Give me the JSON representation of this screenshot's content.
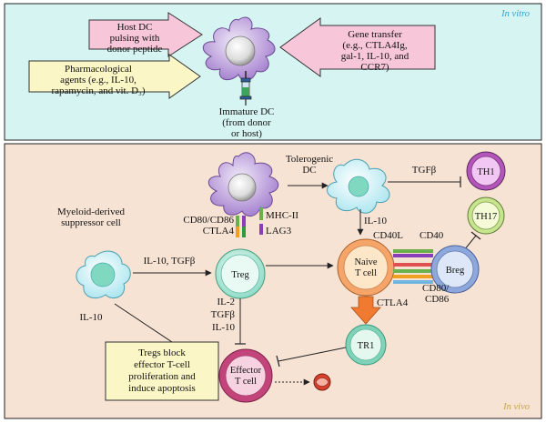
{
  "panels": {
    "in_vitro": {
      "tag": "In vitro",
      "tag_color": "#35a3d0",
      "bg": "#d6f4f2",
      "host_dc_box": {
        "lines": [
          "Host DC",
          "pulsing with",
          "donor peptide"
        ],
        "fill": "#f7c6d8"
      },
      "gene_transfer_box": {
        "lines": [
          "Gene transfer",
          "(e.g., CTLA4Ig,",
          "gal-1, IL-10, and",
          "CCR7)"
        ],
        "fill": "#f7c6d8"
      },
      "pharm_box": {
        "lines": [
          "Pharmacological",
          "agents (e.g., IL-10,",
          "rapamycin, and vit. D₃)"
        ],
        "fill": "#fbf6c5"
      },
      "immature_dc_label": [
        "Immature DC",
        "(from donor",
        "or host)"
      ]
    },
    "in_vivo": {
      "tag": "In vivo",
      "tag_color": "#c4a44a",
      "bg": "#f7e3d4",
      "labels": {
        "tolerogenic_dc": [
          "Tolerogenic",
          "DC"
        ],
        "tgf_beta_top": "TGFβ",
        "il10_tol": "IL-10",
        "cd40l": "CD40L",
        "cd40": "CD40",
        "cd80_cd86_right": [
          "CD80/",
          "CD86"
        ],
        "ctla4_right": "CTLA4",
        "cd80_cd86_left": "CD80/CD86",
        "ctla4_left": "CTLA4",
        "mhc_ii": "MHC-II",
        "lag3": "LAG3",
        "mdsc": [
          "Myeloid-derived",
          "suppressor cell"
        ],
        "il10_tgfb_mdsc": "IL-10, TGFβ",
        "il10_mdsc": "IL-10",
        "il2_tgfb_il10": [
          "IL-2",
          "TGFβ",
          "IL-10"
        ],
        "tregs_block_box": [
          "Tregs block",
          "effector T-cell",
          "proliferation and",
          "induce apoptosis"
        ]
      },
      "cells": {
        "treg": "Treg",
        "naive_t": [
          "Naive",
          "T cell"
        ],
        "breg": "Breg",
        "th1": "TH1",
        "th17": "TH17",
        "tr1": "TR1",
        "effector_t": [
          "Effector",
          "T cell"
        ]
      },
      "colors": {
        "dc_fill": "#a77bd0",
        "treg_fill": "#7fd8bf",
        "naive_fill": "#f6a56a",
        "breg_fill": "#8ea8dc",
        "th1_fill": "#b455b9",
        "th17_fill": "#c7e58f",
        "tr1_fill": "#7fd3b9",
        "effector_fill": "#c2447a",
        "box_fill": "#fbf6c5"
      }
    }
  }
}
